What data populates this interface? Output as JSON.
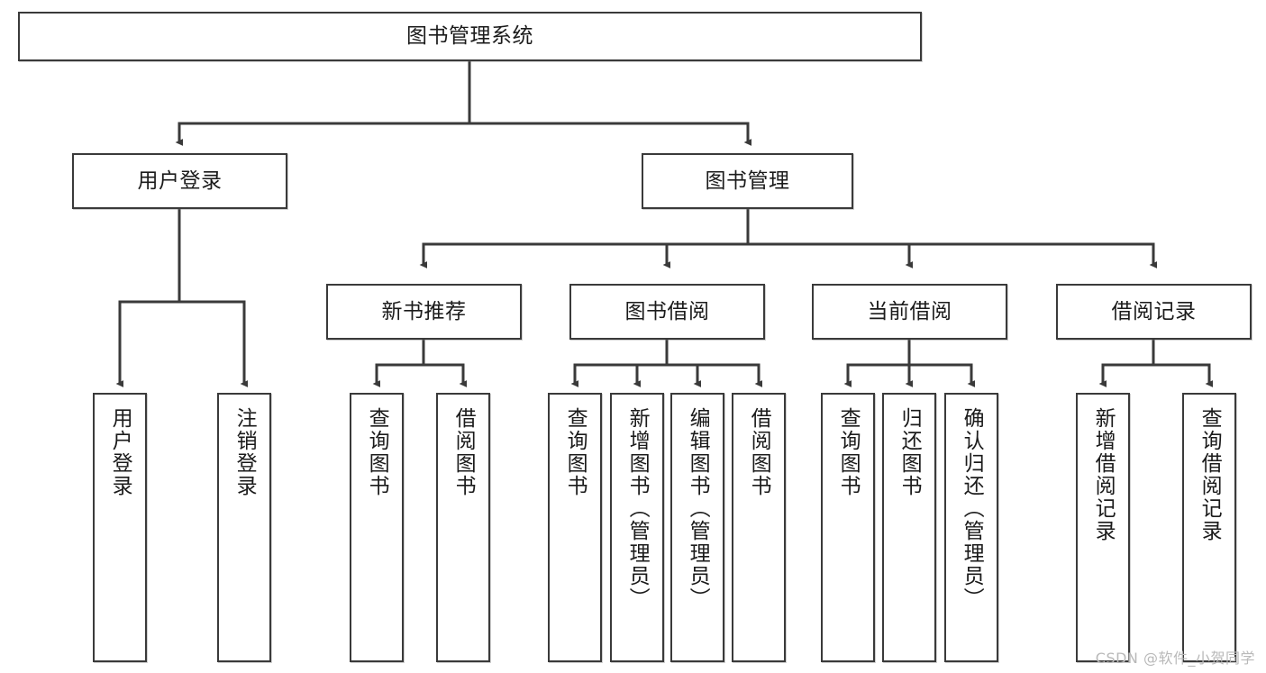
{
  "diagram": {
    "title": "图书管理系统",
    "watermark": "CSDN @软件_小贺同学",
    "colors": {
      "box_border": "#3a3a3a",
      "box_fill": "#ffffff",
      "edge": "#3a3a3a",
      "text": "#1b1b1b",
      "watermark": "#b9b9b9"
    },
    "nodes": {
      "root": {
        "label": "图书管理系统",
        "orientation": "horizontal"
      },
      "level1": [
        {
          "label": "用户登录",
          "orientation": "horizontal"
        },
        {
          "label": "图书管理",
          "orientation": "horizontal"
        }
      ],
      "level2": [
        {
          "label": "新书推荐",
          "orientation": "horizontal"
        },
        {
          "label": "图书借阅",
          "orientation": "horizontal"
        },
        {
          "label": "当前借阅",
          "orientation": "horizontal"
        },
        {
          "label": "借阅记录",
          "orientation": "horizontal"
        }
      ],
      "leaves_user_login": [
        {
          "label": "用户登录",
          "orientation": "vertical"
        },
        {
          "label": "注销登录",
          "orientation": "vertical"
        }
      ],
      "leaves_new_book": [
        {
          "label": "查询图书",
          "orientation": "vertical"
        },
        {
          "label": "借阅图书",
          "orientation": "vertical"
        }
      ],
      "leaves_borrow": [
        {
          "label": "查询图书",
          "orientation": "vertical"
        },
        {
          "label": "新增图书（管理员）",
          "orientation": "vertical"
        },
        {
          "label": "编辑图书（管理员）",
          "orientation": "vertical"
        },
        {
          "label": "借阅图书",
          "orientation": "vertical"
        }
      ],
      "leaves_current": [
        {
          "label": "查询图书",
          "orientation": "vertical"
        },
        {
          "label": "归还图书",
          "orientation": "vertical"
        },
        {
          "label": "确认归还（管理员）",
          "orientation": "vertical"
        }
      ],
      "leaves_record": [
        {
          "label": "新增借阅记录",
          "orientation": "vertical"
        },
        {
          "label": "查询借阅记录",
          "orientation": "vertical"
        }
      ]
    }
  }
}
